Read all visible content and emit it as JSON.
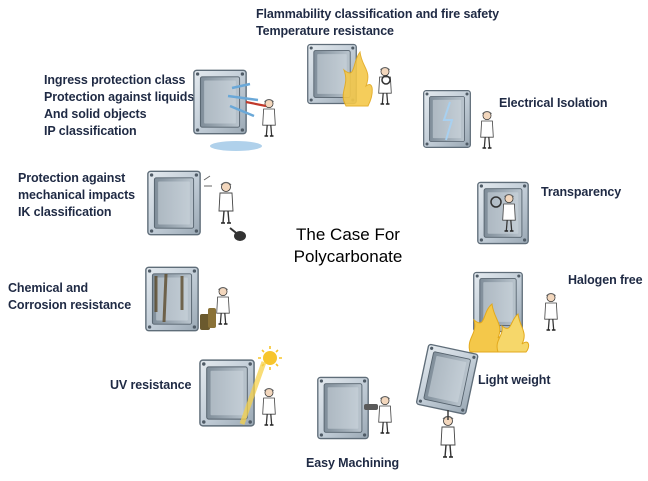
{
  "center": {
    "line1": "The Case For",
    "line2": "Polycarbonate"
  },
  "labels": {
    "flammability": {
      "line1": "Flammability classification and fire safety",
      "line2": "Temperature resistance"
    },
    "ingress": {
      "line1": "Ingress protection class",
      "line2": "Protection against liquids",
      "line3": "And solid objects",
      "line4": "IP classification"
    },
    "electrical": {
      "line1": "Electrical Isolation"
    },
    "impact": {
      "line1": "Protection against",
      "line2": "mechanical impacts",
      "line3": "IK classification"
    },
    "transparency": {
      "line1": "Transparency"
    },
    "chemical": {
      "line1": "Chemical and",
      "line2": "Corrosion resistance"
    },
    "halogen": {
      "line1": "Halogen free"
    },
    "uv": {
      "line1": "UV resistance"
    },
    "light": {
      "line1": "Light weight"
    },
    "machining": {
      "line1": "Easy Machining"
    }
  },
  "colors": {
    "text": "#1f2a44",
    "box_fill": "#c9d3dc",
    "box_stroke": "#6e7c88",
    "flame": "#f4c84a",
    "water": "#6aa8d8",
    "sun": "#f7c52c"
  }
}
